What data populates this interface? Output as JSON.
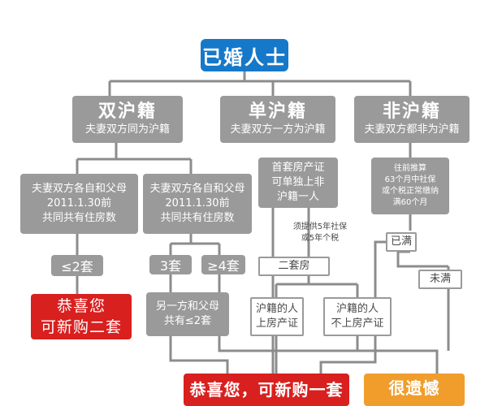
{
  "root": "已婚人士",
  "branches": [
    {
      "title": "双沪籍",
      "desc": "夫妻双方同为沪籍"
    },
    {
      "title": "单沪籍",
      "desc": "夫妻双方一方为沪籍"
    },
    {
      "title": "非沪籍",
      "desc": "夫妻双方都非为沪籍"
    }
  ],
  "conditions": {
    "double_left": [
      "夫妻双方各自和父母",
      "2011.1.30前",
      "共同共有住房数"
    ],
    "double_right": [
      "夫妻双方各自和父母",
      "2011.1.30前",
      "共同共有住房数"
    ],
    "single_first": [
      "首套房产证",
      "可单独上非",
      "沪籍一人"
    ],
    "single_second": "二套房",
    "single_note": [
      "须提供5年社保",
      "或5年个税"
    ],
    "single_local": [
      "沪籍的人",
      "上房产证"
    ],
    "single_nonlocal": [
      "沪籍的人",
      "不上房产证"
    ],
    "non_condition": [
      "往前推算",
      "63个月中社保",
      "或个税正常缴纳",
      "满60个月"
    ],
    "non_full": "已满",
    "non_not_full": "未满"
  },
  "counts": {
    "le2": "≤2套",
    "eq3": "3套",
    "ge4": "≥4套"
  },
  "other_party": [
    "另一方和父母",
    "共有≤2套"
  ],
  "results": {
    "second_home": [
      "恭喜您",
      "可新购二套"
    ],
    "one_home": "恭喜您，可新购一套",
    "sorry": "很遗憾"
  },
  "colors": {
    "root": "#1678c9",
    "node": "#9a9a9a",
    "success": "#d8201f",
    "sorry": "#f09d2c",
    "line": "#8c8c8c"
  }
}
